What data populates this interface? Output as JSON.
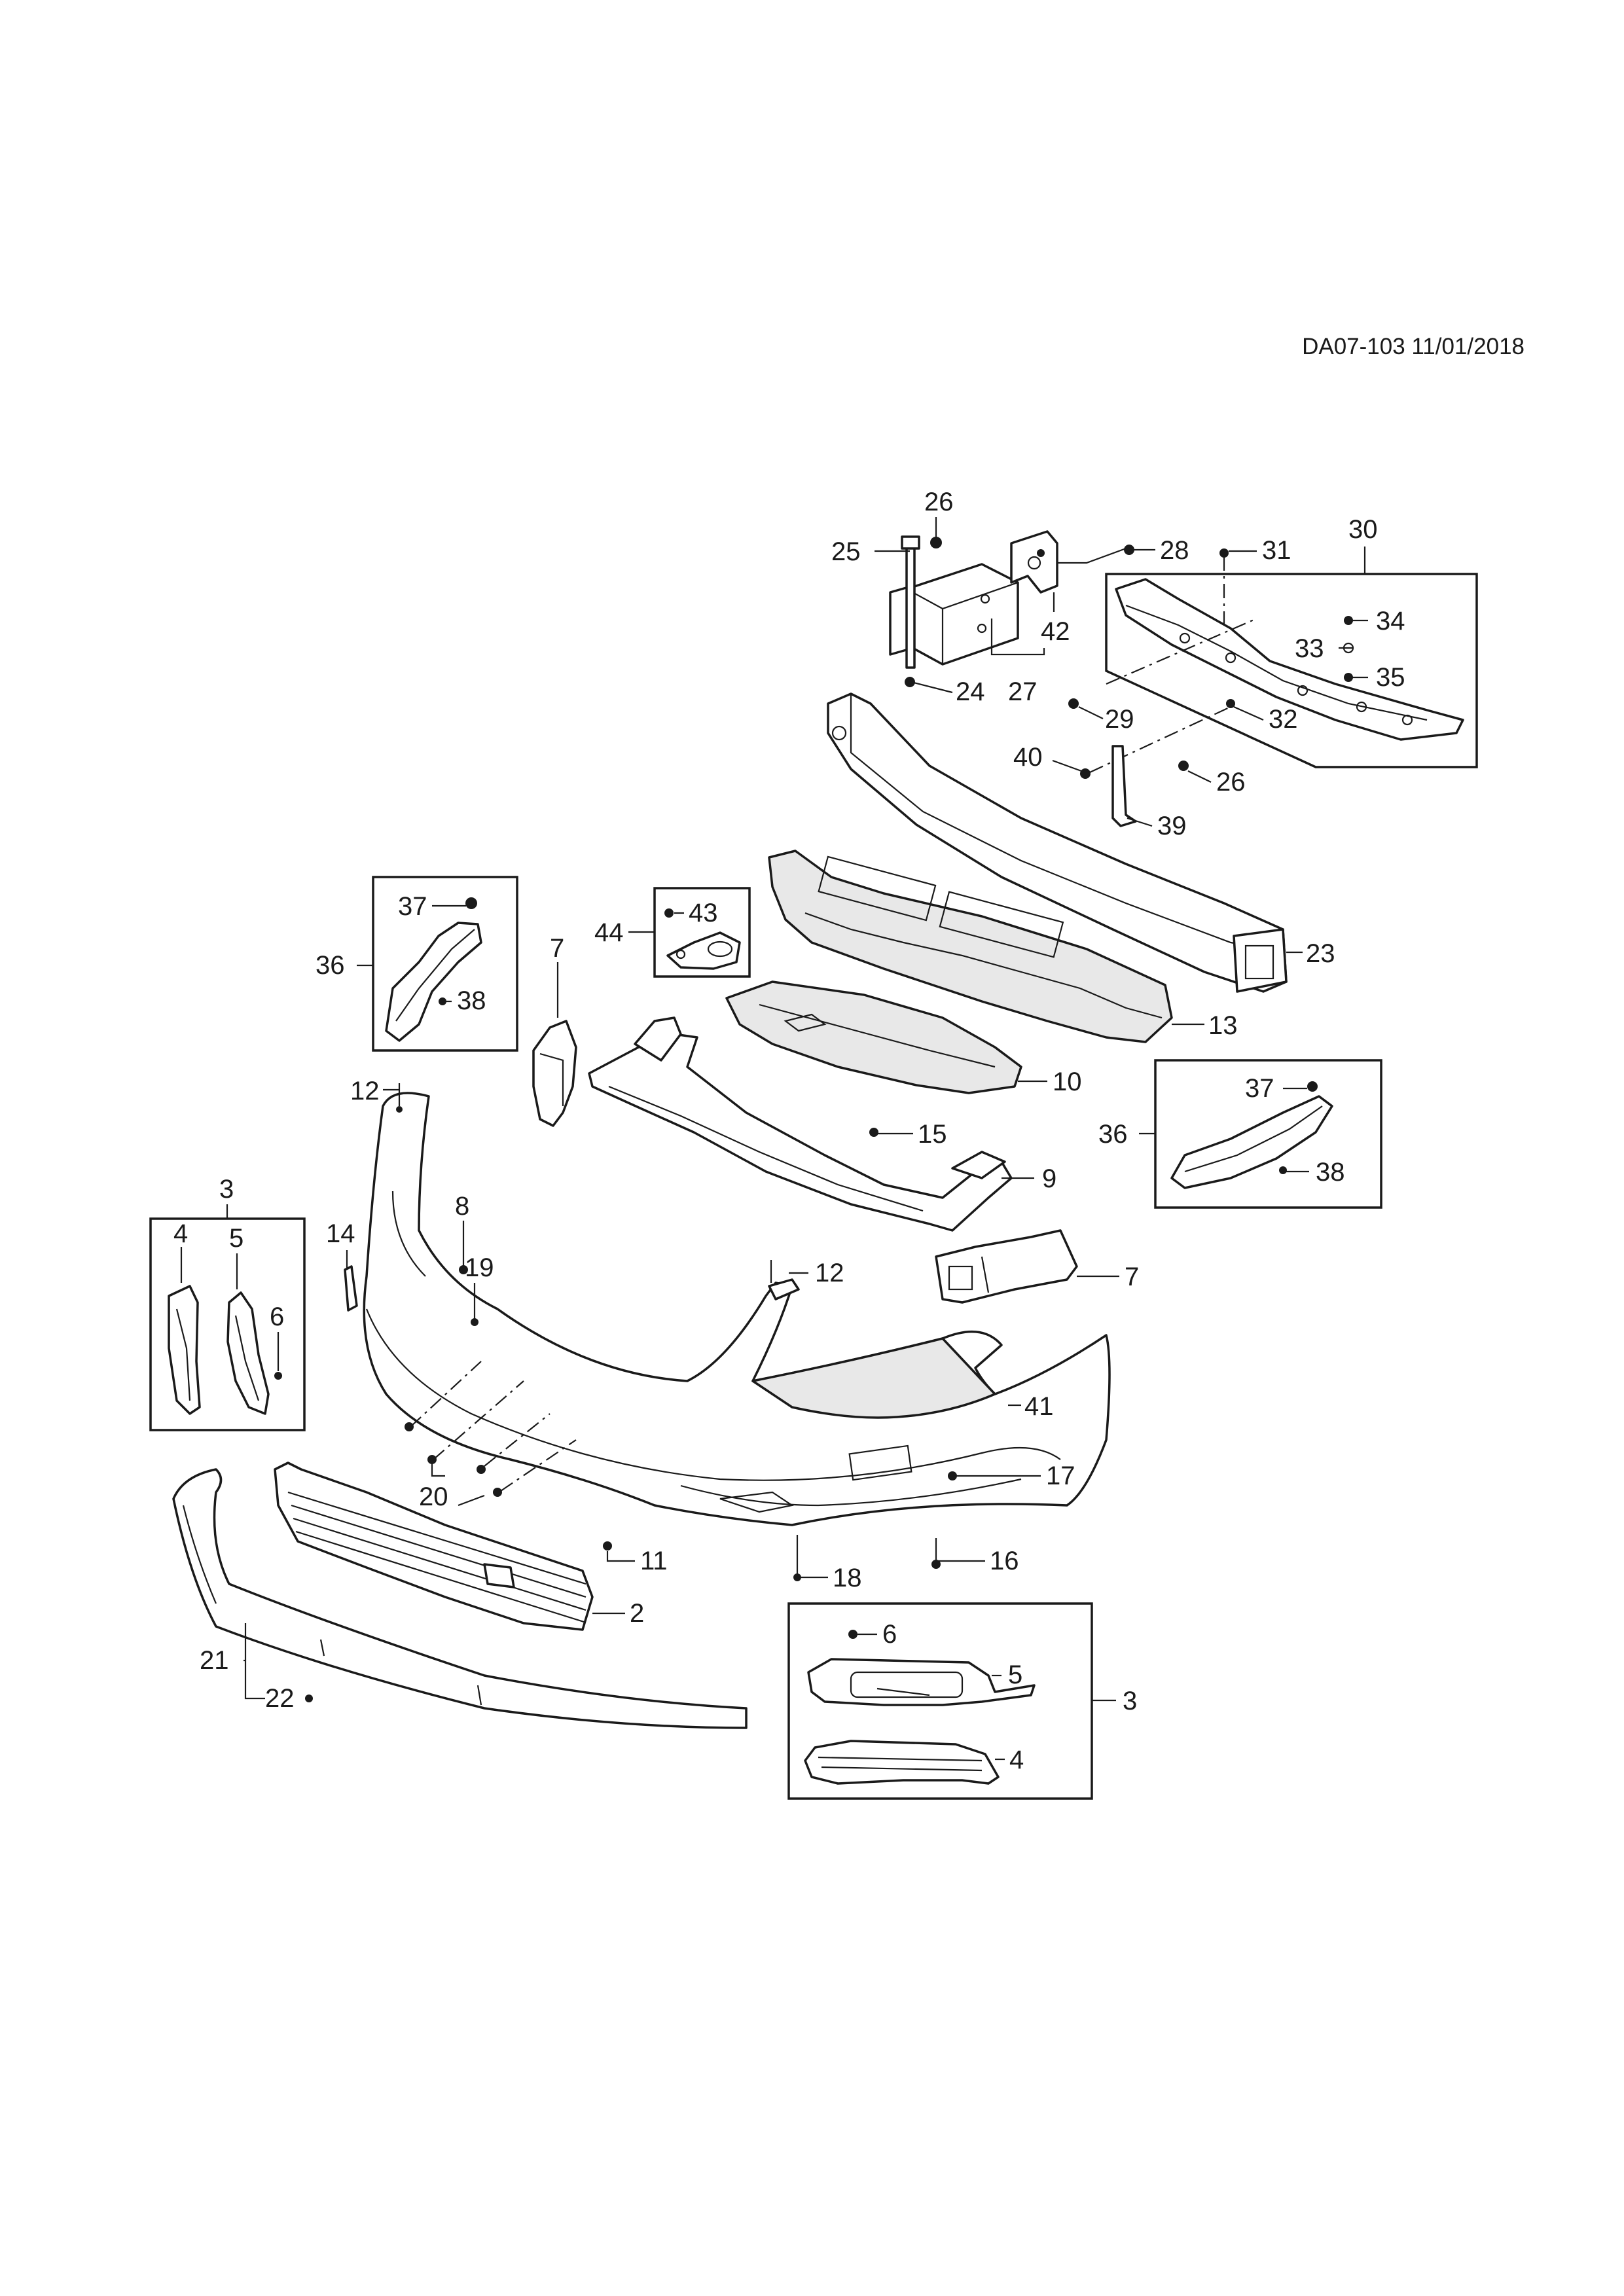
{
  "header": {
    "doc_ref": "DA07-103 11/01/2018"
  },
  "callouts": {
    "c2": "2",
    "c3a": "3",
    "c3b": "3",
    "c4a": "4",
    "c4b": "4",
    "c5a": "5",
    "c5b": "5",
    "c6a": "6",
    "c6b": "6",
    "c7a": "7",
    "c7b": "7",
    "c8": "8",
    "c9": "9",
    "c10": "10",
    "c11": "11",
    "c12a": "12",
    "c12b": "12",
    "c13": "13",
    "c14": "14",
    "c15": "15",
    "c16": "16",
    "c17": "17",
    "c18": "18",
    "c19": "19",
    "c20": "20",
    "c21": "21",
    "c22": "22",
    "c23": "23",
    "c24": "24",
    "c25": "25",
    "c26a": "26",
    "c26b": "26",
    "c27": "27",
    "c28": "28",
    "c29": "29",
    "c30": "30",
    "c31": "31",
    "c32": "32",
    "c33": "33",
    "c34": "34",
    "c35": "35",
    "c36a": "36",
    "c36b": "36",
    "c37a": "37",
    "c37b": "37",
    "c38a": "38",
    "c38b": "38",
    "c39": "39",
    "c40": "40",
    "c41": "41",
    "c42": "42",
    "c43": "43",
    "c44": "44"
  }
}
